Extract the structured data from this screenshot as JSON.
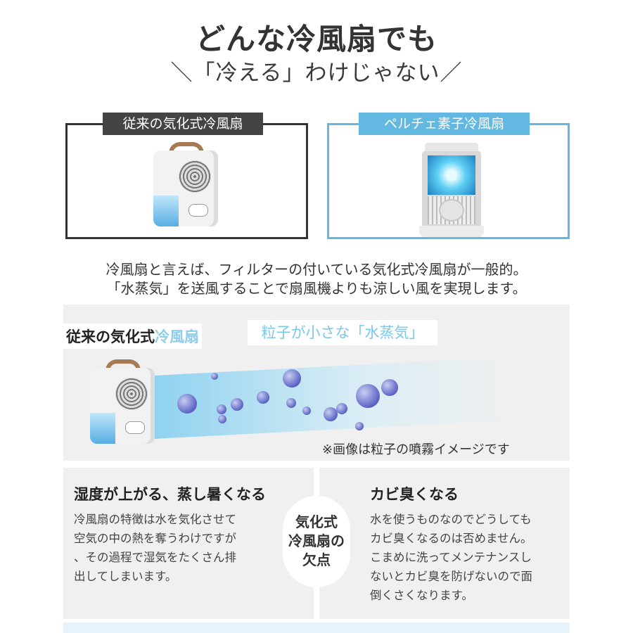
{
  "header": {
    "title": "どんな冷風扇でも",
    "subtitle": "＼「冷える」わけじゃない／"
  },
  "comparison": {
    "left_label": "従来の気化式冷風扇",
    "right_label": "ペルチェ素子冷風扇"
  },
  "description": {
    "line1": "冷風扇と言えば、フィルターの付いている気化式冷風扇が一般的。",
    "line2": "「水蒸気」を送風することで扇風機よりも涼しい風を実現します。"
  },
  "illustration": {
    "label_dark": "従来の気化式",
    "label_light": "冷風扇",
    "particle_caption": "粒子が小さな「水蒸気」",
    "note": "※画像は粒子の噴霧イメージです"
  },
  "drawbacks": {
    "left": {
      "title": "湿度が上がる、蒸し暑くなる",
      "lines": [
        "冷風扇の特徴は水を気化させて",
        "空気の中の熱を奪うわけですが",
        "、その過程で湿気をたくさん排",
        "出してしまいます。"
      ]
    },
    "center": {
      "line1": "気化式",
      "line2": "冷風扇の",
      "line3": "欠点"
    },
    "right": {
      "title": "カビ臭くなる",
      "lines": [
        "水を使うものなのでどうしても",
        "カビ臭くなるのは否めません。",
        "こまめに洗ってメンテナンスし",
        "ないとカビ臭を防げないので面",
        "倒くさくなります。"
      ]
    }
  },
  "colors": {
    "accent_blue": "#62b8e0",
    "dark_label": "#444444",
    "particle": "#5b63c4"
  }
}
